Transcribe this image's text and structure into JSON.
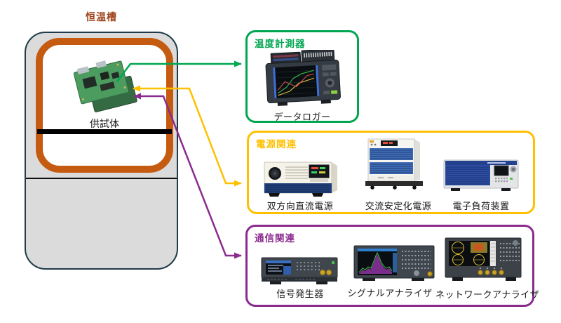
{
  "diagram": {
    "chamber": {
      "title": "恒温槽",
      "title_color": "#9e431b",
      "frame_color": "#c55a11",
      "specimen_label": "供試体"
    },
    "groups": [
      {
        "id": "temperature",
        "title": "温度計測器",
        "color": "#00a651",
        "devices": [
          {
            "label": "データロガー"
          }
        ]
      },
      {
        "id": "power",
        "title": "電源関連",
        "color": "#ffc000",
        "devices": [
          {
            "label": "双方向直流電源"
          },
          {
            "label": "交流安定化電源"
          },
          {
            "label": "電子負荷装置"
          }
        ]
      },
      {
        "id": "communication",
        "title": "通信関連",
        "color": "#8a2b8e",
        "devices": [
          {
            "label": "信号発生器"
          },
          {
            "label": "シグナルアナライザ"
          },
          {
            "label": "ネットワークアナライザ"
          }
        ]
      }
    ],
    "connections": [
      {
        "from": "specimen",
        "to": "temperature",
        "color": "#00a651",
        "direction": "specimen-to-group"
      },
      {
        "from": "specimen",
        "to": "power",
        "color": "#ffc000",
        "direction": "bidirectional"
      },
      {
        "from": "specimen",
        "to": "communication",
        "color": "#8a2b8e",
        "direction": "bidirectional"
      }
    ]
  }
}
